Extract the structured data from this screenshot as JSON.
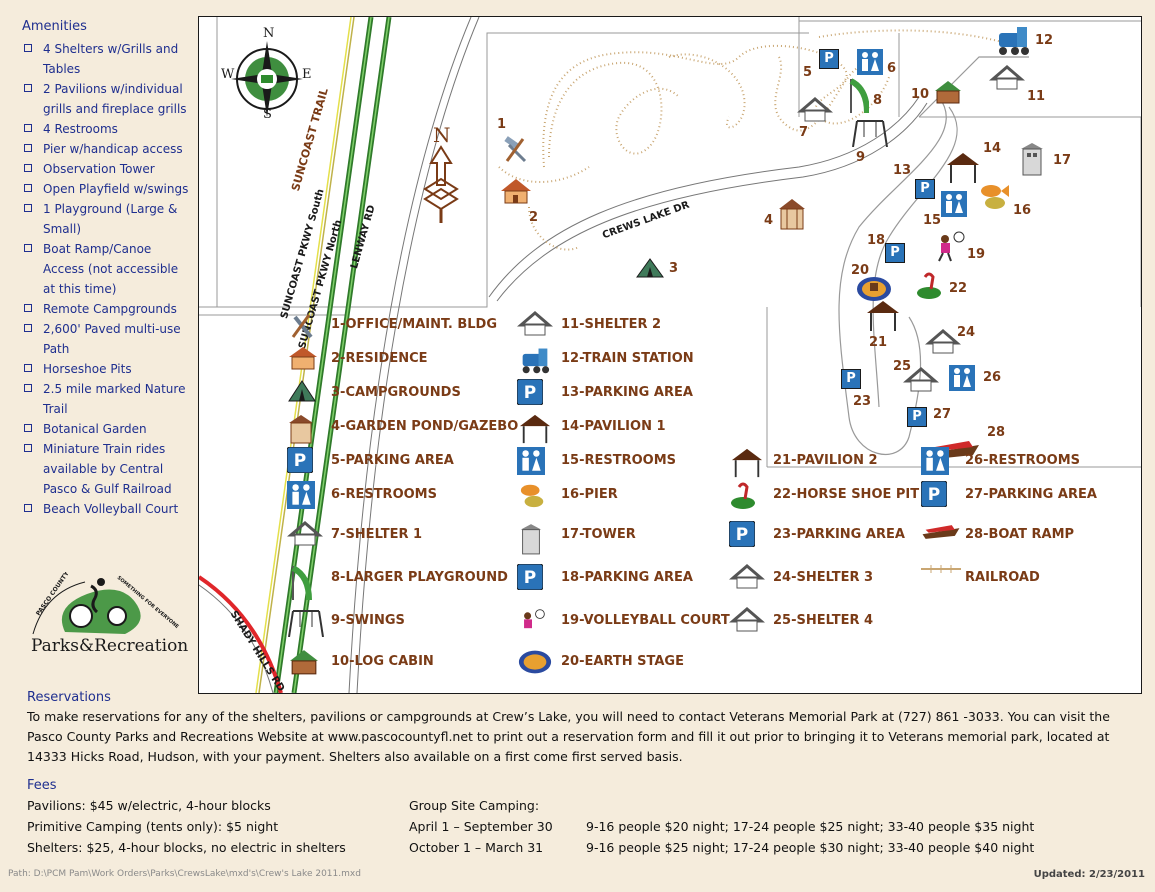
{
  "amenities": {
    "title": "Amenities",
    "items": [
      "4 Shelters w/Grills and Tables",
      "2 Pavilions w/individual grills and fireplace grills",
      "4 Restrooms",
      "Pier w/handicap access",
      "Observation Tower",
      "Open Playfield w/swings",
      "1 Playground (Large & Small)",
      "Boat Ramp/Canoe Access (not accessible at this time)",
      "Remote Campgrounds",
      "2,600' Paved multi-use Path",
      "Horseshoe Pits",
      "2.5 mile marked Nature Trail",
      "Botanical Garden",
      "Miniature Train rides available by Central Pasco & Gulf Railroad",
      "Beach Volleyball Court"
    ]
  },
  "logo": {
    "text": "Parks&Recreation",
    "arc_top": "PASCO COUNTY",
    "arc_right": "SOMETHING FOR EVERYONE"
  },
  "compass": {
    "n": "N",
    "s": "S",
    "e": "E",
    "w": "W"
  },
  "north_arrow": "N",
  "roads": {
    "suncoast_trail": "SUNCOAST TRAIL",
    "pkwy_south": "SUNCOAST PKWY South",
    "pkwy_north": "SUNCOAST PKWY North",
    "lenway": "LENWAY RD",
    "crews_lake": "CREWS LAKE DR",
    "shady_hills": "SHADY HILLS RD"
  },
  "map_numbers": [
    "1",
    "2",
    "3",
    "4",
    "5",
    "6",
    "7",
    "8",
    "9",
    "10",
    "11",
    "12",
    "13",
    "14",
    "15",
    "16",
    "17",
    "18",
    "19",
    "20",
    "21",
    "22",
    "23",
    "24",
    "25",
    "26",
    "27",
    "28"
  ],
  "legend": [
    {
      "label": "1-OFFICE/MAINT. BLDG",
      "icon": "tools-icon"
    },
    {
      "label": "2-RESIDENCE",
      "icon": "house-icon"
    },
    {
      "label": "3-CAMPGROUNDS",
      "icon": "tent-icon"
    },
    {
      "label": "4-GARDEN POND/GAZEBO",
      "icon": "gazebo-icon"
    },
    {
      "label": "5-PARKING AREA",
      "icon": "parking-icon"
    },
    {
      "label": "6-RESTROOMS",
      "icon": "restroom-icon"
    },
    {
      "label": "7-SHELTER 1",
      "icon": "shelter-icon"
    },
    {
      "label": "8-LARGER PLAYGROUND",
      "icon": "slide-icon"
    },
    {
      "label": "9-SWINGS",
      "icon": "swings-icon"
    },
    {
      "label": "10-LOG CABIN",
      "icon": "log-cabin-icon"
    },
    {
      "label": "11-SHELTER 2",
      "icon": "shelter-icon"
    },
    {
      "label": "12-TRAIN STATION",
      "icon": "train-icon"
    },
    {
      "label": "13-PARKING AREA",
      "icon": "parking-icon"
    },
    {
      "label": "14-PAVILION 1",
      "icon": "pavilion-icon"
    },
    {
      "label": "15-RESTROOMS",
      "icon": "restroom-icon"
    },
    {
      "label": "16-PIER",
      "icon": "fish-icon"
    },
    {
      "label": "17-TOWER",
      "icon": "tower-icon"
    },
    {
      "label": "18-PARKING AREA",
      "icon": "parking-icon"
    },
    {
      "label": "19-VOLLEYBALL COURT",
      "icon": "volleyball-icon"
    },
    {
      "label": "20-EARTH STAGE",
      "icon": "stage-icon"
    },
    {
      "label": "21-PAVILION 2",
      "icon": "pavilion-icon"
    },
    {
      "label": "22-HORSE SHOE PIT",
      "icon": "horseshoe-icon"
    },
    {
      "label": "23-PARKING AREA",
      "icon": "parking-icon"
    },
    {
      "label": "24-SHELTER 3",
      "icon": "shelter-icon"
    },
    {
      "label": "25-SHELTER 4",
      "icon": "shelter-icon"
    },
    {
      "label": "26-RESTROOMS",
      "icon": "restroom-icon"
    },
    {
      "label": "27-PARKING AREA",
      "icon": "parking-icon"
    },
    {
      "label": "28-BOAT RAMP",
      "icon": "boat-icon"
    },
    {
      "label": "RAILROAD",
      "icon": "railroad-icon"
    }
  ],
  "reservations": {
    "title": "Reservations",
    "body": "To make reservations for any of the shelters, pavilions or campgrounds at Crew’s Lake, you will need to contact Veterans Memorial Park at (727) 861 -3033.  You can visit the Pasco County Parks and Recreations Website at www.pascocountyfl.net to  print out a reservation form and fill it out prior to bringing it to Veterans memorial park, located at 14333 Hicks Road, Hudson, with your payment.  Shelters also available on a first come first served basis."
  },
  "fees": {
    "title": "Fees",
    "pavilions": "Pavilions:  $45 w/electric, 4-hour blocks",
    "primitive": "Primitive Camping (tents only): $5 night",
    "shelters": "Shelters:  $25, 4-hour blocks, no electric in shelters",
    "group_title": "Group Site Camping:",
    "group_period_1": "April 1 – September 30",
    "group_rates_1": "9-16 people  $20 night; 17-24 people  $25 night; 33-40 people  $35 night",
    "group_period_2": "October 1 – March 31",
    "group_rates_2": "9-16 people  $25 night; 17-24 people  $30 night; 33-40 people  $40 night"
  },
  "footer": {
    "path": "Path: D:\\PCM Pam\\Work Orders\\Parks\\CrewsLake\\mxd's\\Crew's Lake 2011.mxd",
    "updated": "Updated:  2/23/2011"
  },
  "colors": {
    "label_brown": "#7a3b16",
    "sidebar_blue": "#1f2f8f",
    "parking_blue": "#2a73b8",
    "trail_yellow": "#e4e04a",
    "pkwy_green": "#2f7a2a",
    "shady_red": "#e0262a",
    "railroad": "#c9a672"
  }
}
